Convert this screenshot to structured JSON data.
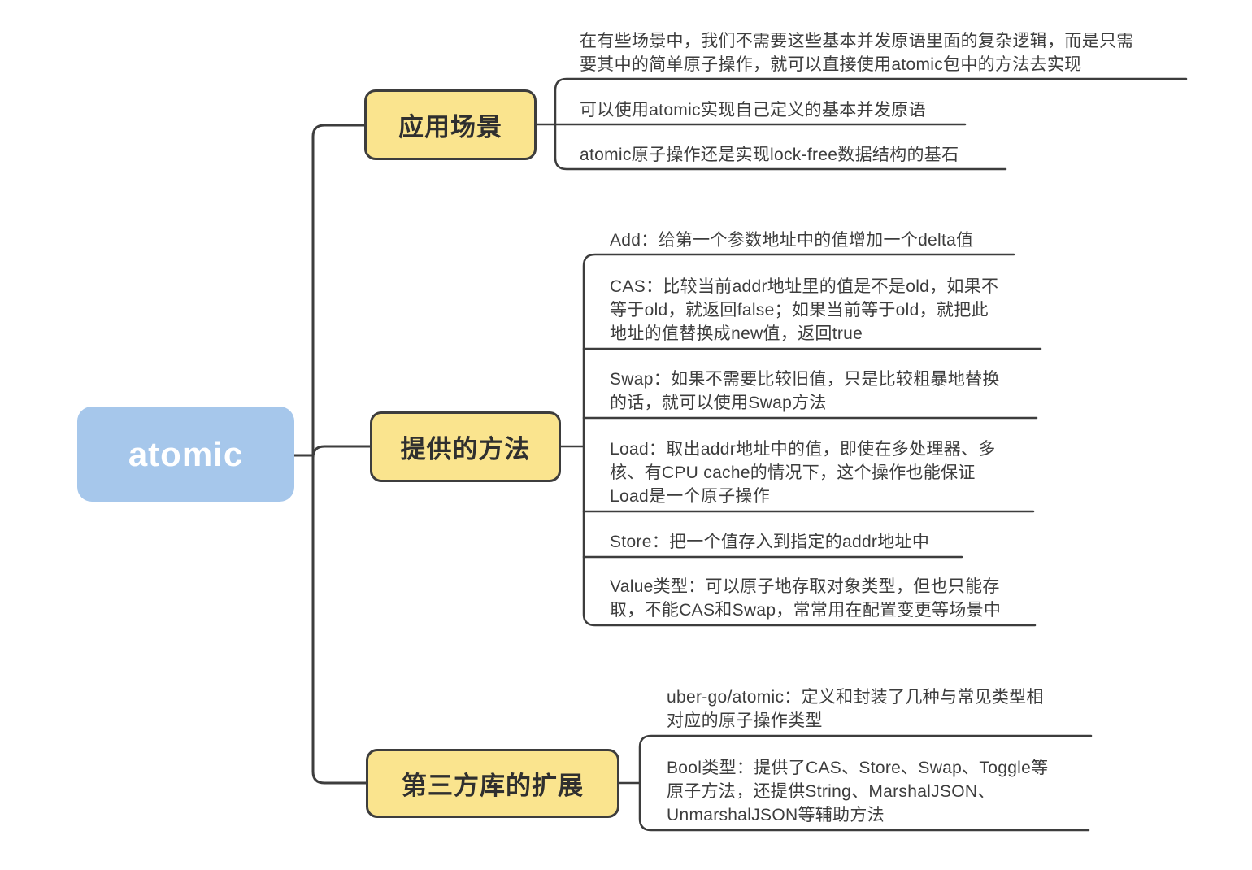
{
  "root": {
    "label": "atomic"
  },
  "colors": {
    "background": "#ffffff",
    "root_fill": "#a6c7eb",
    "root_text": "#ffffff",
    "branch_fill": "#fae48e",
    "line": "#3d3d3d",
    "text": "#3d3d3d"
  },
  "branches": [
    {
      "label": "应用场景",
      "leaves": [
        {
          "text": "在有些场景中，我们不需要这些基本并发原语里面的复杂逻辑，而是只需\n要其中的简单原子操作，就可以直接使用atomic包中的方法去实现"
        },
        {
          "text": "可以使用atomic实现自己定义的基本并发原语"
        },
        {
          "text": "atomic原子操作还是实现lock-free数据结构的基石"
        }
      ]
    },
    {
      "label": "提供的方法",
      "leaves": [
        {
          "text": "Add：给第一个参数地址中的值增加一个delta值"
        },
        {
          "text": "CAS：比较当前addr地址里的值是不是old，如果不\n等于old，就返回false；如果当前等于old，就把此\n地址的值替换成new值，返回true"
        },
        {
          "text": "Swap：如果不需要比较旧值，只是比较粗暴地替换\n的话，就可以使用Swap方法"
        },
        {
          "text": "Load：取出addr地址中的值，即使在多处理器、多\n核、有CPU cache的情况下，这个操作也能保证\nLoad是一个原子操作"
        },
        {
          "text": "Store：把一个值存入到指定的addr地址中"
        },
        {
          "text": "Value类型：可以原子地存取对象类型，但也只能存\n取，不能CAS和Swap，常常用在配置变更等场景中"
        }
      ]
    },
    {
      "label": "第三方库的扩展",
      "leaves": [
        {
          "text": "uber-go/atomic：定义和封装了几种与常见类型相\n对应的原子操作类型"
        },
        {
          "text": "Bool类型：提供了CAS、Store、Swap、Toggle等\n原子方法，还提供String、MarshalJSON、\nUnmarshalJSON等辅助方法"
        }
      ]
    }
  ]
}
